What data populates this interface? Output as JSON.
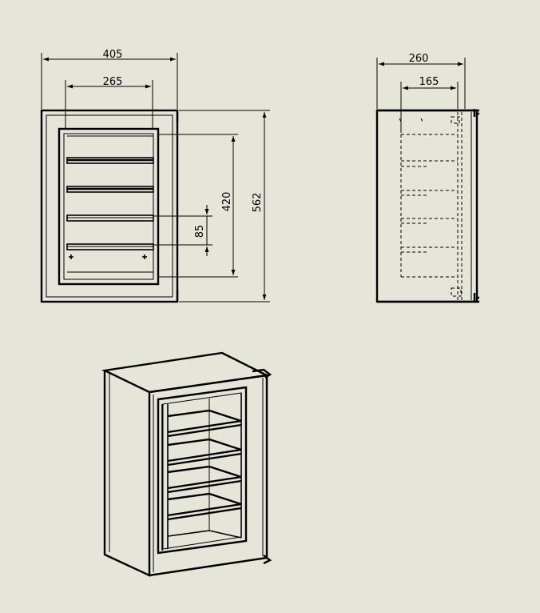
{
  "drawing": {
    "front_view": {
      "width_outer": "405",
      "width_inner": "265",
      "height_total": "562",
      "height_frame": "420",
      "shelf_pitch": "85"
    },
    "side_view": {
      "depth_outer": "260",
      "depth_inner": "165"
    }
  }
}
